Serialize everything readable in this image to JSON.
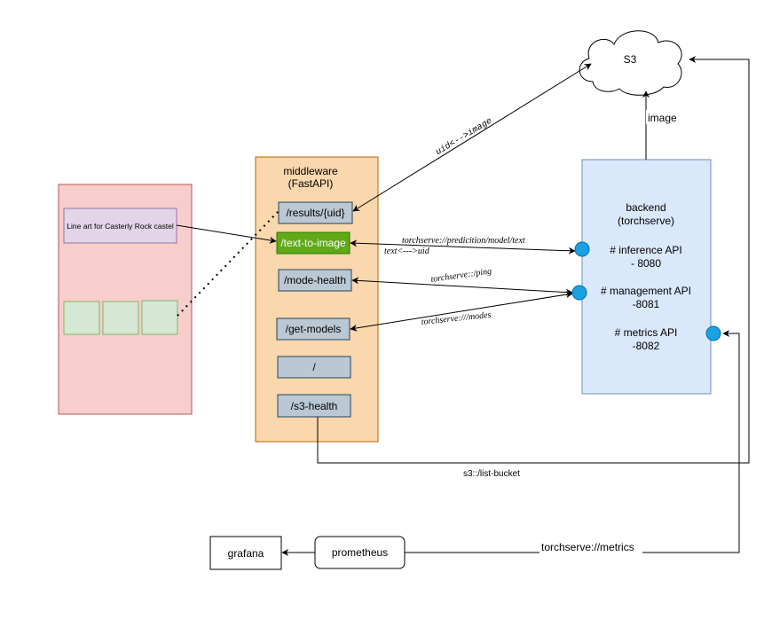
{
  "s3": {
    "label": "S3"
  },
  "frontend": {
    "prompt_text": "Line art for Casterly Rock castel",
    "colors": {
      "panel_fill": "#f8cecc",
      "panel_stroke": "#b85450",
      "prompt_fill": "#e1d5e7",
      "prompt_stroke": "#9673a6",
      "thumb_fill": "#d5e8d4",
      "thumb_stroke": "#82b366"
    }
  },
  "middleware": {
    "title_line1": "middleware",
    "title_line2": "(FastAPI)",
    "endpoints": {
      "results": "/results/{uid}",
      "text_to_image": "/text-to-image",
      "mode_health": "/mode-health",
      "get_models": "/get-models",
      "root": "/",
      "s3_health": "/s3-health"
    },
    "colors": {
      "panel_fill": "#fad7ac",
      "panel_stroke": "#b46504",
      "endpoint_fill": "#bac8d3",
      "endpoint_stroke": "#23445d",
      "active_fill": "#60a917",
      "active_stroke": "#2d7600"
    }
  },
  "backend": {
    "title_line1": "backend",
    "title_line2": "(torchserve)",
    "inference_line1": "# inference API",
    "inference_line2": "- 8080",
    "management_line1": "# management API",
    "management_line2": "-8081",
    "metrics_line1": "# metrics API",
    "metrics_line2": "-8082",
    "colors": {
      "panel_fill": "#dae8fc",
      "panel_stroke": "#6c8ebf",
      "port_fill": "#1ba1e2",
      "port_stroke": "#006eaf"
    }
  },
  "edges": {
    "uid_image": "uid<-->image",
    "image": "image",
    "predict_line1": "torchserve://predicition/model/text",
    "predict_line2": "text<--->uid",
    "ping": "torchserve::/ping",
    "modes": "torchserve:///modes",
    "list_bucket": "s3::/list-bucket",
    "metrics": "torchserve://metrics"
  },
  "monitoring": {
    "grafana": "grafana",
    "prometheus": "prometheus"
  }
}
